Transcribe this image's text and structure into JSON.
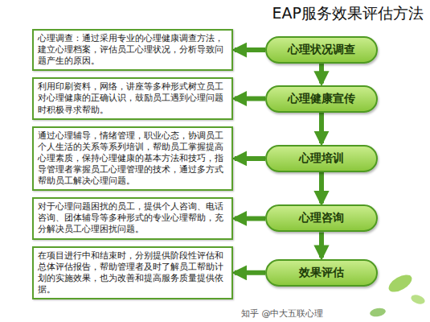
{
  "diagram": {
    "title": "EAP服务效果评估方法",
    "nodes": [
      {
        "text": [
          "心理调查：通过采用专业的心理健康调查方法，建立心理档案，评估员工心理状况，分析导致问题产生的原因。"
        ]
      },
      {
        "text": [
          "利用印刷资料，网络，讲座等多种形式树立员工对心理健康的正确认识，鼓励员工遇到心理问题时积极寻求帮助。"
        ]
      },
      {
        "text": [
          "通过心理辅导，情绪管理，职业心态，协调员工个人生活的关系等系列培训，帮助员工掌握提高心理素质，保持心理健康的基本方法和技巧，指导管理者掌握员工心理管理的技术，通过多方式帮助员工解决心理问题。"
        ]
      },
      {
        "text": [
          "对于心理问题困扰的员工，提供个人咨询、电话咨询、团体辅导等多种形式的专业心理帮助，充分解决员工心理困扰问题。"
        ]
      },
      {
        "text": [
          "在项目进行中和结束时，分别提供阶段性评估和总体评估报告，帮助管理者及时了解员工帮助计划的实施效果，也为改善和提高服务质量提供依据。"
        ]
      },
      {
        "text": [
          "心理状况调查"
        ]
      },
      {
        "text": [
          "心理健康宣传"
        ]
      },
      {
        "text": [
          "心理培训"
        ]
      },
      {
        "text": [
          "心理咨询"
        ]
      },
      {
        "text": [
          "效果评估"
        ]
      }
    ],
    "edges": [
      {
        "from": 5,
        "to": 0,
        "arrow": "to"
      },
      {
        "from": 6,
        "to": 1,
        "arrow": "to"
      },
      {
        "from": 7,
        "to": 2,
        "arrow": "to"
      },
      {
        "from": 8,
        "to": 3,
        "arrow": "to"
      },
      {
        "from": 9,
        "to": 4,
        "arrow": "to"
      },
      {
        "from": 5,
        "to": 6,
        "arrow": "to"
      },
      {
        "from": 6,
        "to": 7,
        "arrow": "to"
      },
      {
        "from": 7,
        "to": 8,
        "arrow": "to"
      },
      {
        "from": 8,
        "to": 9,
        "arrow": "to"
      }
    ],
    "labels": [
      "知乎 @中大五联心理"
    ]
  }
}
